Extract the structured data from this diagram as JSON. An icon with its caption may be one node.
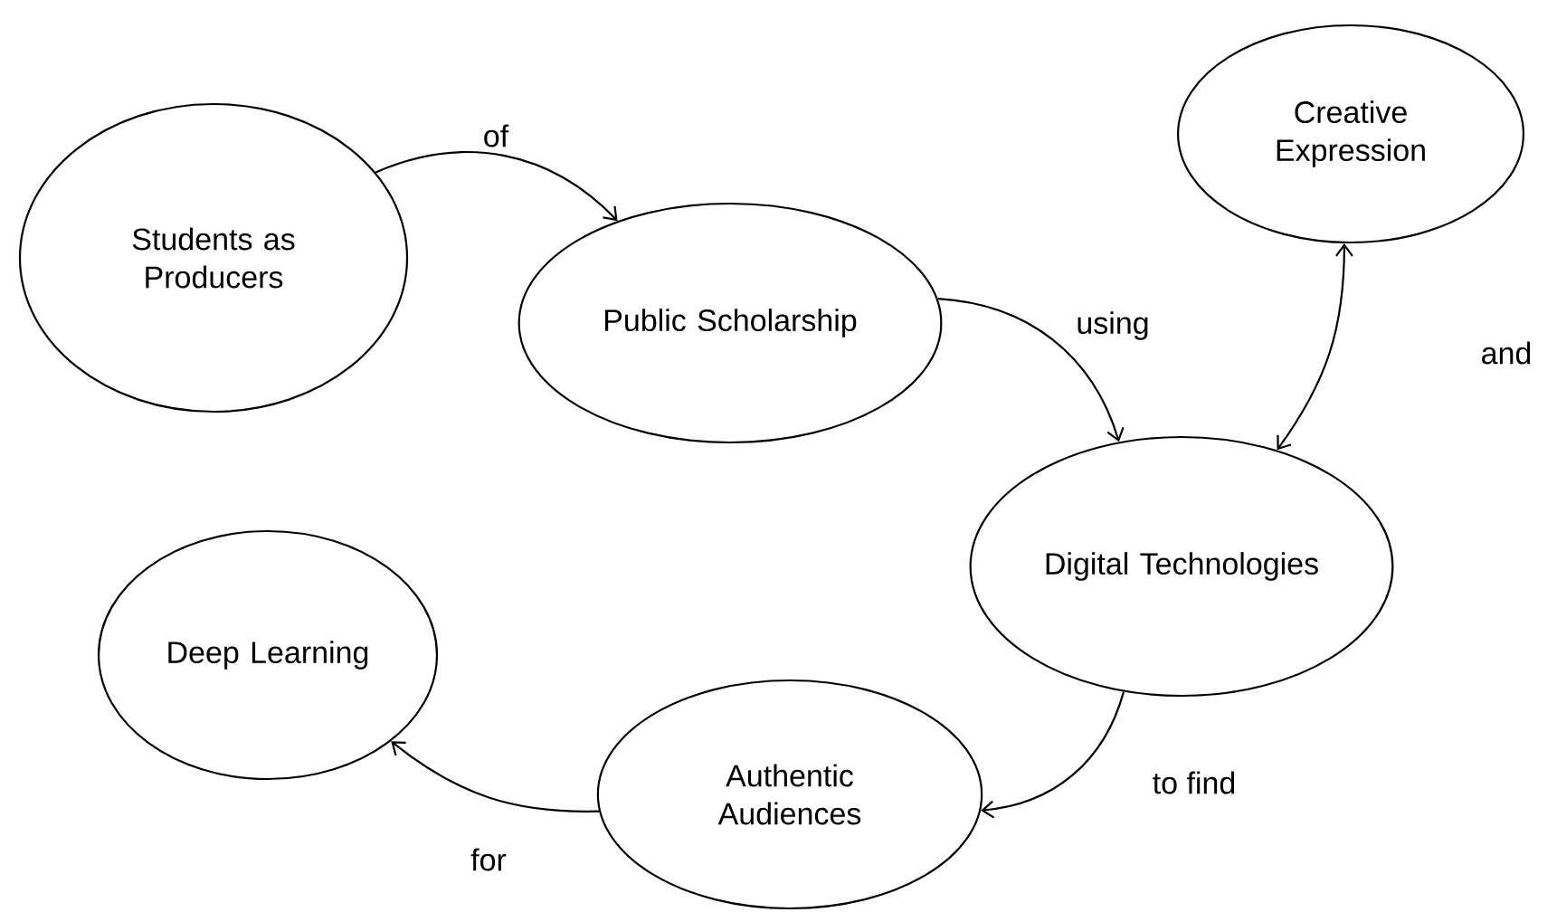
{
  "diagram": {
    "nodes": [
      {
        "text": [
          "Students as Producers"
        ]
      },
      {
        "text": [
          "Public Scholarship"
        ]
      },
      {
        "text": [
          "Creative Expression"
        ]
      },
      {
        "text": [
          "Digital Technologies"
        ]
      },
      {
        "text": [
          "Deep Learning"
        ]
      },
      {
        "text": [
          "Authentic Audiences"
        ]
      }
    ],
    "edges": [
      {
        "from": 0,
        "to": 1,
        "arrow": "to",
        "label": "of"
      },
      {
        "from": 1,
        "to": 3,
        "arrow": "to",
        "label": "using"
      },
      {
        "from": 2,
        "to": 3,
        "arrow": "both",
        "label": "and"
      },
      {
        "from": 3,
        "to": 5,
        "arrow": "to",
        "label": "to find"
      },
      {
        "from": 5,
        "to": 4,
        "arrow": "to",
        "label": "for"
      }
    ]
  }
}
